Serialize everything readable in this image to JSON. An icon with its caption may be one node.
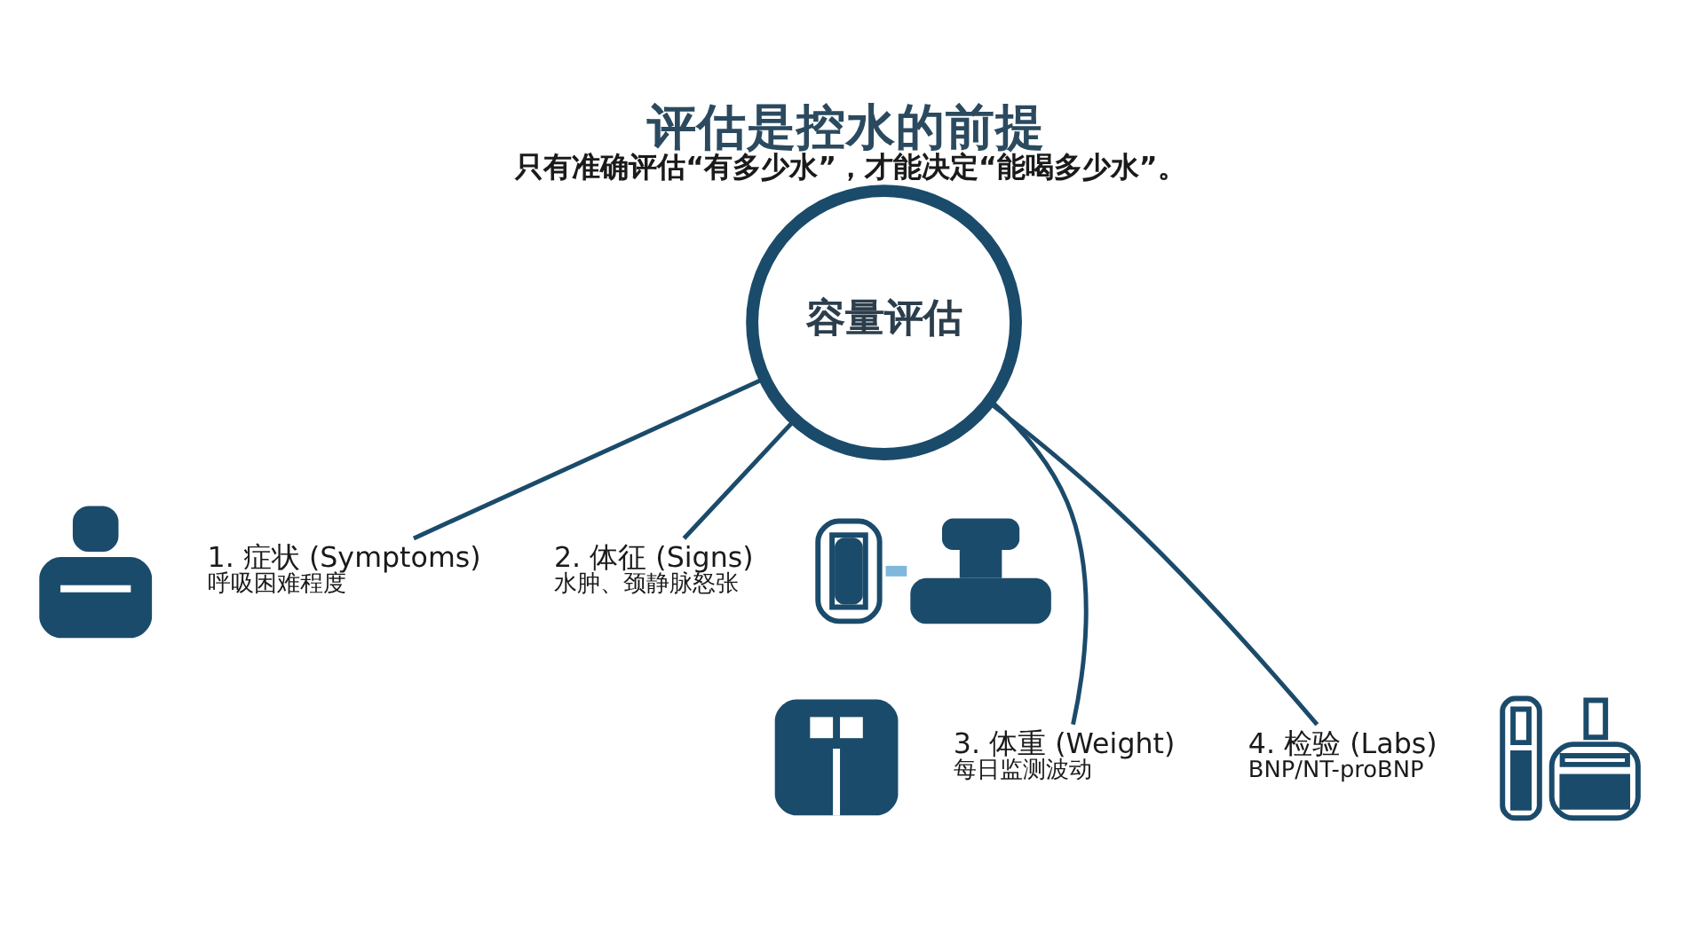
{
  "diagram": {
    "title": "评估是控水的前提",
    "caption": "只有准确评估“有多少水”，才能决定“能喝多少水”。",
    "nodes": [
      {
        "text": [],
        "shape": "person"
      },
      {
        "text": [
          "1. 症状 (Symptoms)",
          "呼吸困难程度"
        ]
      },
      {
        "text": [
          "2. 体征 (Signs)",
          "水肿、颈静脉怒张"
        ]
      },
      {
        "text": [],
        "shape": "picture"
      },
      {
        "text": [
          "容量评估"
        ]
      },
      {
        "text": [],
        "shape": "picture"
      },
      {
        "text": [
          "3. 体重 (Weight)",
          "每日监测波动"
        ]
      },
      {
        "text": [
          "4. 检验 (Labs)",
          "BNP/NT-proBNP"
        ]
      },
      {
        "text": [],
        "shape": "picture"
      }
    ],
    "edges": [
      {
        "from": 4,
        "to": 1,
        "arrow": "none"
      },
      {
        "from": 4,
        "to": 2,
        "arrow": "none"
      },
      {
        "from": 4,
        "to": 6,
        "arrow": "none"
      },
      {
        "from": 4,
        "to": 7,
        "arrow": "none"
      }
    ]
  }
}
